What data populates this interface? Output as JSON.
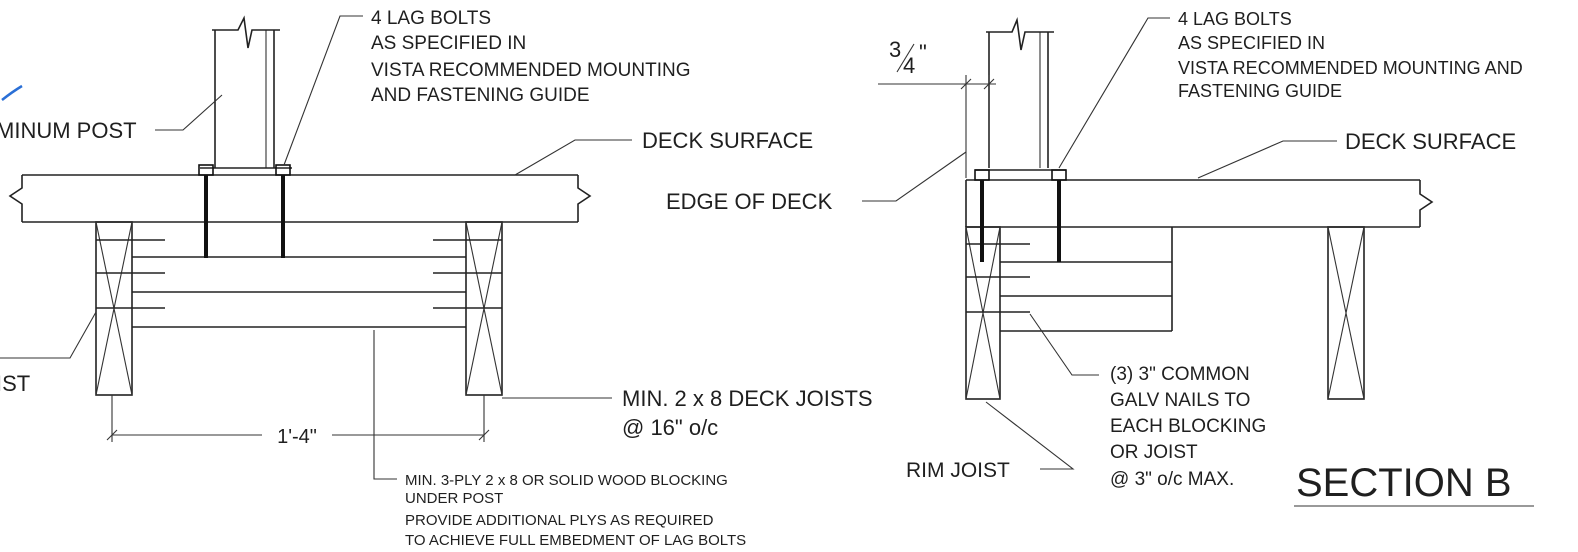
{
  "left": {
    "bolts_note": [
      "4 LAG BOLTS",
      "AS SPECIFIED IN",
      "VISTA RECOMMENDED MOUNTING",
      "AND FASTENING GUIDE"
    ],
    "post_label": "MINUM POST",
    "deck_surface": "DECK SURFACE",
    "joist_label": "IST",
    "joists_note": [
      "MIN. 2 x 8 DECK JOISTS",
      "@ 16\" o/c"
    ],
    "dimension": "1'-4\"",
    "blocking_note": [
      "MIN.  3-PLY 2 x 8 OR SOLID WOOD BLOCKING",
      "UNDER POST",
      "PROVIDE ADDITIONAL PLYS AS REQUIRED",
      "TO ACHIEVE FULL EMBEDMENT OF LAG BOLTS"
    ]
  },
  "right": {
    "fraction_num": "3",
    "fraction_den": "4",
    "inch_mark": "\"",
    "bolts_note": [
      "4 LAG BOLTS",
      "AS SPECIFIED IN",
      "VISTA RECOMMENDED MOUNTING AND",
      "FASTENING GUIDE"
    ],
    "deck_surface": "DECK SURFACE",
    "edge_label": "EDGE OF DECK",
    "nails_note": [
      "(3) 3\" COMMON",
      "GALV NAILS TO",
      "EACH BLOCKING",
      "OR JOIST",
      "@ 3\" o/c MAX."
    ],
    "rim_label": "RIM JOIST",
    "section_title": "SECTION B"
  }
}
